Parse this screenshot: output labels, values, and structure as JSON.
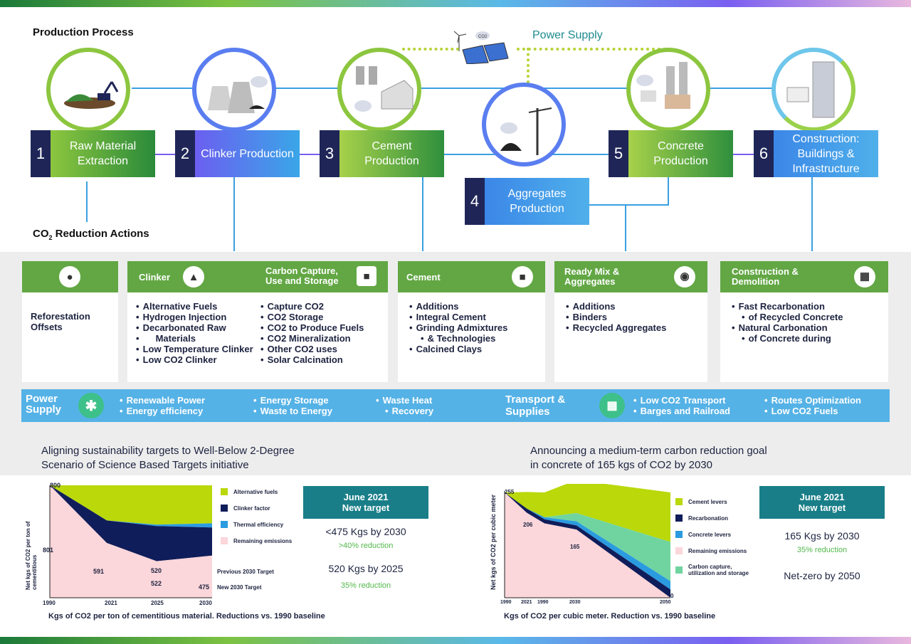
{
  "header": {
    "production_process": "Production Process",
    "power_supply": "Power Supply",
    "co2_actions_pre": "CO",
    "co2_actions_sub": "2",
    "co2_actions_post": " Reduction Actions"
  },
  "steps": [
    {
      "num": "1",
      "label": "Raw Material Extraction"
    },
    {
      "num": "2",
      "label": "Clinker Production"
    },
    {
      "num": "3",
      "label": "Cement Production"
    },
    {
      "num": "4",
      "label": "Aggregates Production"
    },
    {
      "num": "5",
      "label": "Concrete Production"
    },
    {
      "num": "6",
      "label": "Construction: Buildings & Infrastructure"
    }
  ],
  "cards": {
    "reforestation": {
      "body": "Reforestation Offsets"
    },
    "clinker": {
      "title": "Clinker",
      "items": [
        "Alternative Fuels",
        "Hydrogen Injection",
        "Decarbonated Raw",
        "Materials",
        "Low Temperature Clinker",
        "Low CO2 Clinker"
      ]
    },
    "ccus": {
      "title": "Carbon Capture, Use and Storage",
      "items": [
        "Capture CO2",
        "CO2 Storage",
        "CO2 to Produce Fuels",
        "CO2 Mineralization",
        "Other CO2 uses",
        "Solar Calcination"
      ]
    },
    "cement": {
      "title": "Cement",
      "items": [
        "Additions",
        "Integral Cement",
        "Grinding Admixtures",
        "& Technologies",
        "Calcined Clays"
      ]
    },
    "readymix": {
      "title": "Ready Mix & Aggregates",
      "items": [
        "Additions",
        "Binders",
        "Recycled Aggregates"
      ]
    },
    "construction": {
      "title": "Construction & Demolition",
      "items": [
        "Fast Recarbonation",
        "of Recycled Concrete",
        "Natural Carbonation",
        "of  Concrete during"
      ]
    }
  },
  "power_bar": {
    "title": "Power Supply",
    "col1": [
      "Renewable Power",
      "Energy efficiency"
    ],
    "col2": [
      "Energy Storage",
      "Waste to Energy"
    ],
    "col3": [
      "Waste Heat",
      "Recovery"
    ],
    "transport_title": "Transport & Supplies",
    "col4": [
      "Low CO2 Transport",
      "Barges and Railroad"
    ],
    "col5": [
      "Routes Optimization",
      "Low CO2 Fuels"
    ]
  },
  "left_panel": {
    "title_line1": "Aligning sustainability targets to Well-Below 2-Degree",
    "title_line2": "Scenario of Science Based Targets initiative",
    "box_header1": "June 2021",
    "box_header2": "New target",
    "target1": "<475 Kgs by 2030",
    "target1_note": ">40% reduction",
    "target2": "520 Kgs by 2025",
    "target2_note": "35% reduction",
    "xlabel": "Kgs of CO2 per ton of cementitious material. Reductions vs. 1990 baseline",
    "ylabel": "Net kgs of CO2 per ton of cementitious",
    "prev_target": "Previous 2030 Target",
    "new_target": "New 2030 Target"
  },
  "right_panel": {
    "title_line1": "Announcing a medium-term carbon reduction goal",
    "title_line2": "in concrete of 165 kgs of CO2 by 2030",
    "box_header1": "June 2021",
    "box_header2": "New target",
    "target1": "165 Kgs by 2030",
    "target1_note": "35% reduction",
    "target2": "Net-zero by 2050",
    "xlabel": "Kgs of CO2 per cubic meter. Reduction vs. 1990 baseline",
    "ylabel": "Net kgs of CO2 per cubic meter"
  },
  "chart_data": [
    {
      "type": "area",
      "x": [
        "1990",
        "2021",
        "2025",
        "2030"
      ],
      "ylim": [
        0,
        800
      ],
      "tick_labels_y": [
        "800",
        "801"
      ],
      "data_labels": [
        "591",
        "520",
        "522",
        "475"
      ],
      "series": [
        {
          "name": "Alternative fuels",
          "color": "#bad80a",
          "values": [
            0,
            250,
            280,
            270
          ]
        },
        {
          "name": "Clinker factor",
          "color": "#0f1d5a",
          "values": [
            0,
            160,
            250,
            200
          ]
        },
        {
          "name": "Thermal efficiency",
          "color": "#2b9be0",
          "values": [
            0,
            0,
            10,
            30
          ]
        },
        {
          "name": "Remaining emissions",
          "color": "#fbd6da",
          "values": [
            800,
            390,
            260,
            300
          ]
        }
      ]
    },
    {
      "type": "area",
      "x": [
        "1990",
        "2021",
        "1990",
        "2030",
        "2050"
      ],
      "ylim": [
        0,
        255
      ],
      "tick_labels_y": [
        "255",
        "0"
      ],
      "data_labels": [
        "206",
        "165"
      ],
      "series": [
        {
          "name": "Cement levers",
          "color": "#bad80a",
          "values": [
            0,
            40,
            60,
            80,
            120
          ]
        },
        {
          "name": "Recarbonation",
          "color": "#0f1d5a",
          "values": [
            0,
            10,
            10,
            10,
            20
          ]
        },
        {
          "name": "Concrete levers",
          "color": "#2b9be0",
          "values": [
            0,
            0,
            5,
            10,
            20
          ]
        },
        {
          "name": "Remaining emissions",
          "color": "#fbd6da",
          "values": [
            255,
            206,
            180,
            165,
            0
          ]
        },
        {
          "name": "Carbon capture, utilization and storage",
          "color": "#6fd4a0",
          "values": [
            0,
            0,
            0,
            20,
            95
          ]
        }
      ]
    }
  ]
}
